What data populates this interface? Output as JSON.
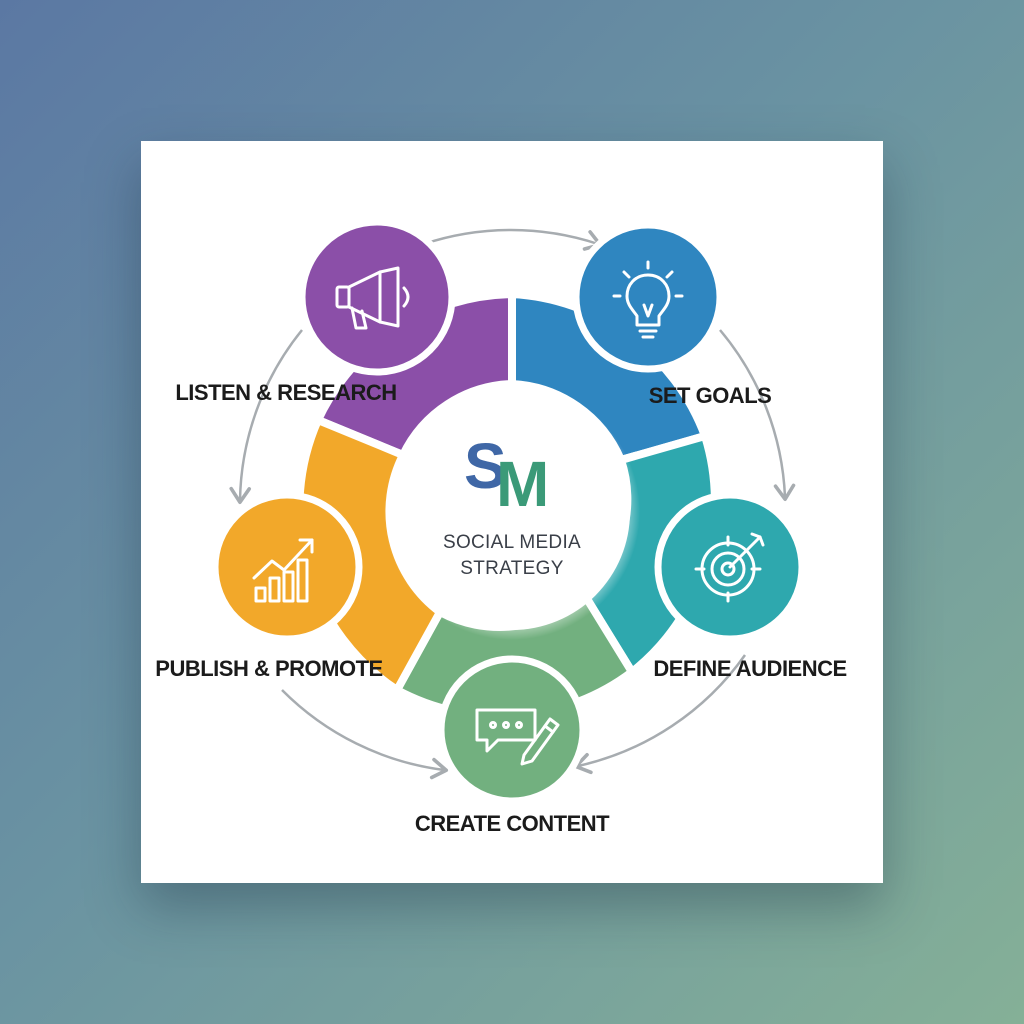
{
  "center": {
    "logo_s": "S",
    "logo_m": "M",
    "line1": "SOCIAL MEDIA",
    "line2": "STRATEGY"
  },
  "steps": [
    {
      "label": "LISTEN & RESEARCH",
      "icon": "megaphone-icon",
      "color": "#8b4fa8"
    },
    {
      "label": "SET GOALS",
      "icon": "lightbulb-icon",
      "color": "#2f86c0"
    },
    {
      "label": "DEFINE AUDIENCE",
      "icon": "target-icon",
      "color": "#2ea8ae"
    },
    {
      "label": "CREATE CONTENT",
      "icon": "chat-pencil-icon",
      "color": "#72b07f"
    },
    {
      "label": "PUBLISH & PROMOTE",
      "icon": "growth-chart-icon",
      "color": "#f2a82a"
    }
  ],
  "colors": {
    "logo_s": "#3f67a6",
    "logo_m": "#3b9a78",
    "arrow": "#a7acb0"
  }
}
